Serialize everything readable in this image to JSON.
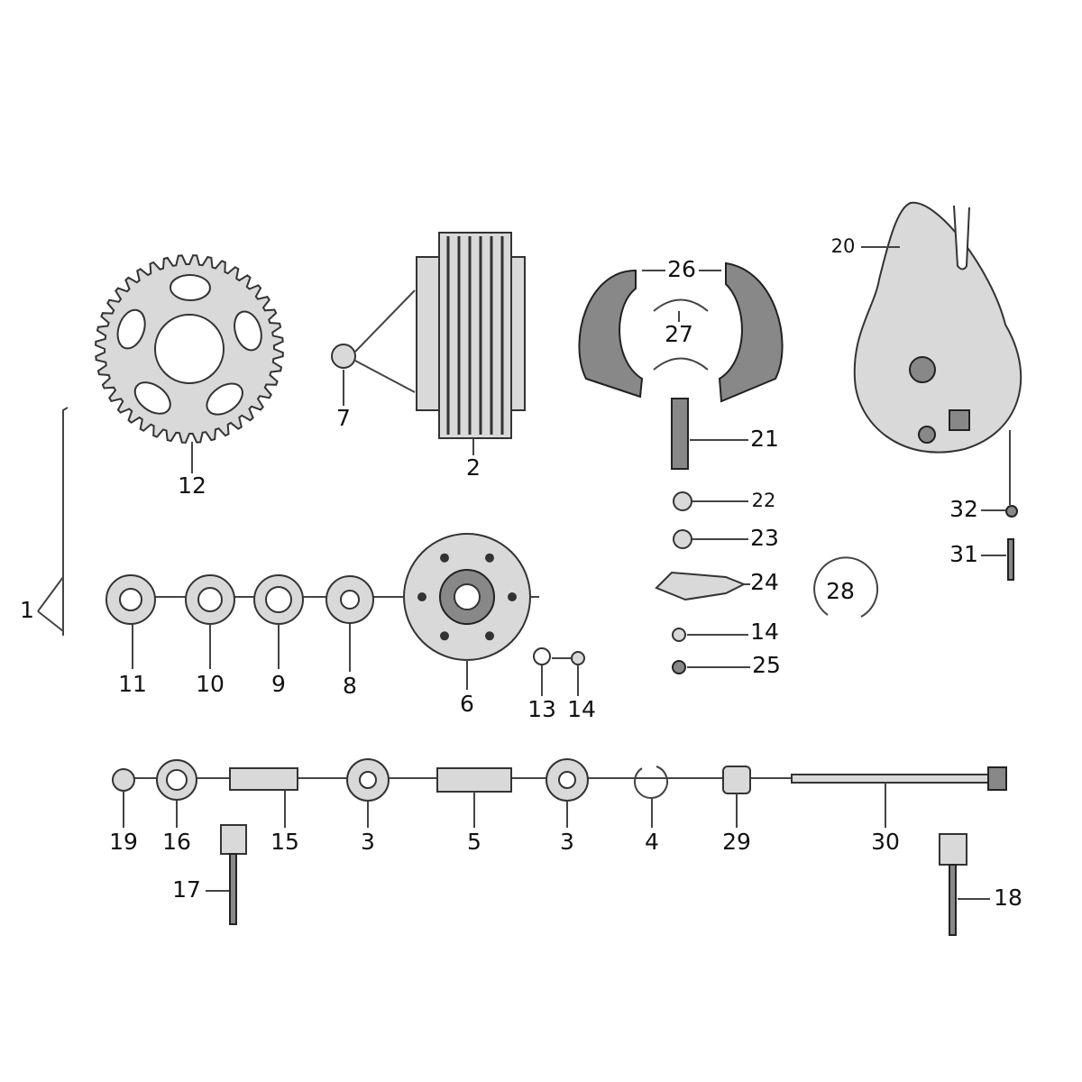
{
  "diagram": {
    "type": "exploded parts diagram",
    "part_labels": [
      "1",
      "12",
      "7",
      "2",
      "26",
      "27",
      "21",
      "22",
      "23",
      "24",
      "28",
      "14",
      "25",
      "20",
      "32",
      "31",
      "11",
      "10",
      "9",
      "8",
      "6",
      "13",
      "14",
      "19",
      "16",
      "15",
      "3",
      "5",
      "3",
      "4",
      "29",
      "30",
      "17",
      "18"
    ]
  }
}
